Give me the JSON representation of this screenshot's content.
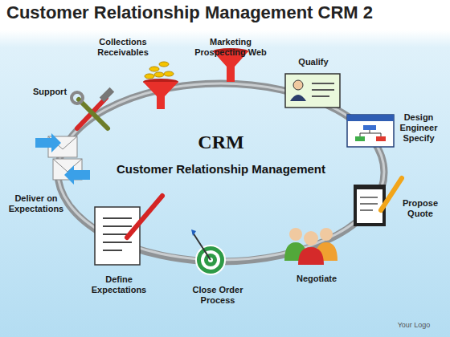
{
  "diagram": {
    "title": "Customer Relationship Management CRM 2",
    "nodes": [
      {
        "text": [
          "CRM",
          "Customer Relationship Management"
        ]
      }
    ],
    "labels": [
      "Collections Receivables",
      "Marketing Prospecting Web",
      "Qualify",
      "Support",
      "Design Engineer Specify",
      "Propose Quote",
      "Deliver on Expectations",
      "Negotiate",
      "Define Expectations",
      "Close Order Process",
      "Your Logo"
    ]
  }
}
